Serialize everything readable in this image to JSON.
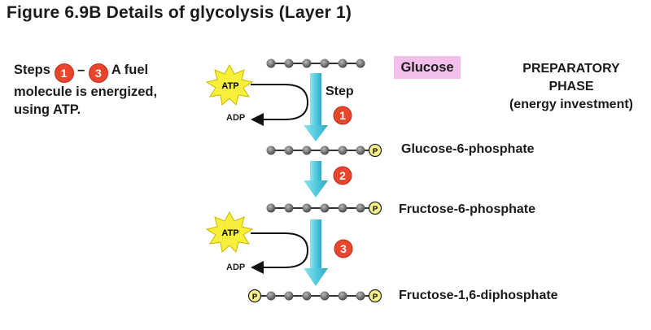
{
  "title": "Figure 6.9B  Details of glycolysis (Layer 1)",
  "side": {
    "prefix": "Steps",
    "step_a": "1",
    "dash": "–",
    "step_b": "3",
    "text_line1": "A fuel",
    "text_line2": "molecule is energized,",
    "text_line3": "using ATP."
  },
  "phase": {
    "line1": "PREPARATORY",
    "line2": "PHASE",
    "line3": "(energy investment)"
  },
  "step_word": "Step",
  "steps": [
    "1",
    "2",
    "3"
  ],
  "molecules": {
    "glucose": "Glucose",
    "g6p": "Glucose-6-phosphate",
    "f6p": "Fructose-6-phosphate",
    "f16dp": "Fructose-1,6-diphosphate"
  },
  "atp": "ATP",
  "adp": "ADP",
  "phosphate": "P",
  "colors": {
    "badge": "#e8452c",
    "arrow": "#5ccfe0",
    "glucose_box": "#f1bfe9",
    "atp_star": "#f7ef3a",
    "phosphate": "#f5f08a",
    "bead": "#6d6d6d"
  }
}
